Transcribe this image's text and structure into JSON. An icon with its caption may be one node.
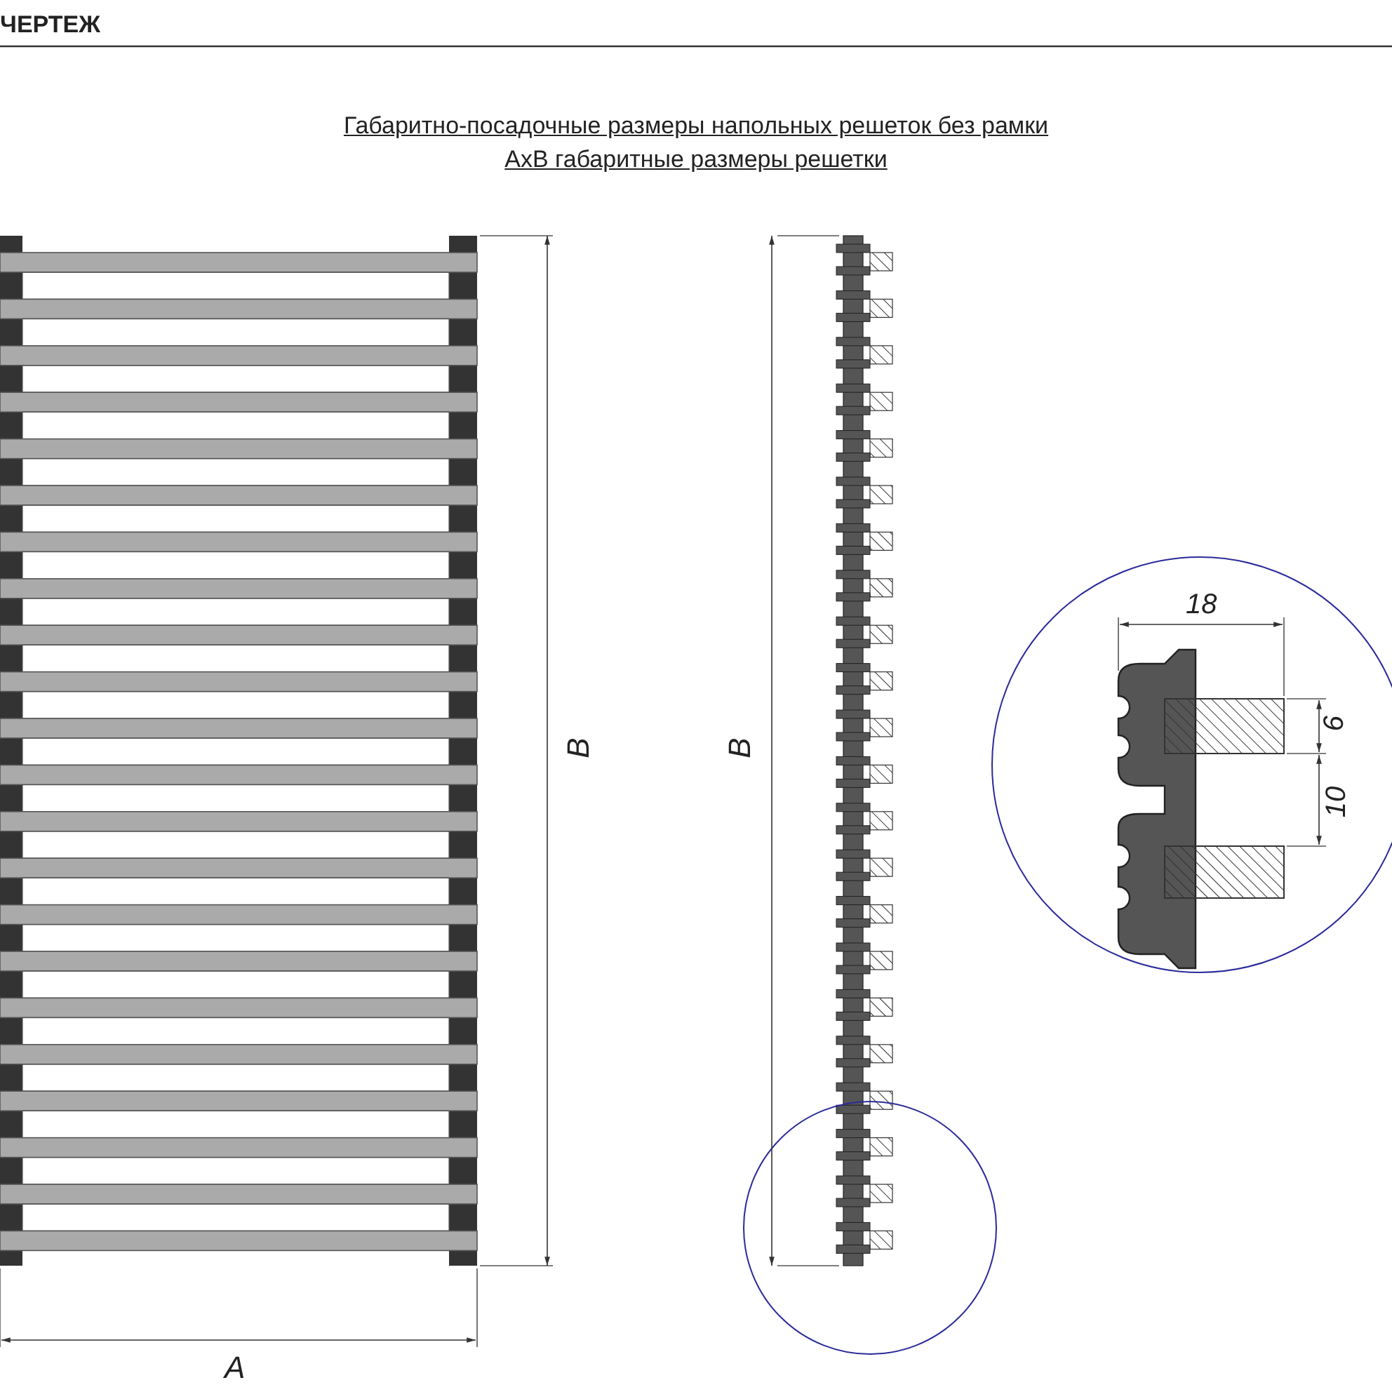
{
  "diagram": {
    "title": "Габаритно-посадочные размеры напольных решеток без рамки",
    "labels": [
      "ЧЕРТЕЖ",
      "AxB габаритные размеры решетки",
      "18",
      "B",
      "B",
      "6",
      "10",
      "A"
    ]
  }
}
